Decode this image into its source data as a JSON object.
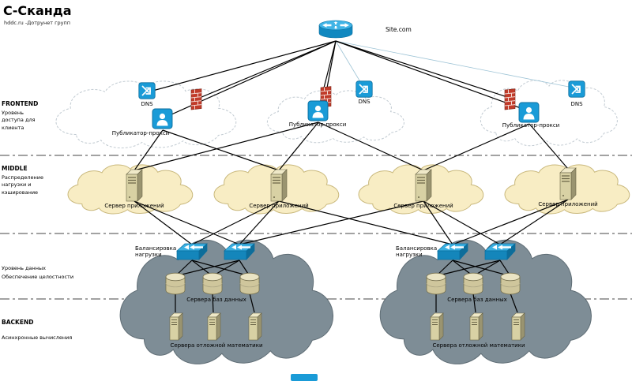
{
  "header": {
    "title": "С-Сканда",
    "subtitle": "hddc.ru -Дотрунет групп"
  },
  "topology": {
    "site_label": "Site.com"
  },
  "tier_labels": {
    "frontend_name": "FRONTEND",
    "frontend_desc": "Уровень доступа для клиента",
    "middle_name": "MIDDLE",
    "middle_desc": "Распределение нагрузки и кэширование",
    "data_line1": "Уровень данных",
    "data_line2": "Обеспечение целостности",
    "backend_name": "BACKEND",
    "backend_desc": "Асинхронные вычисления"
  },
  "node_labels": {
    "dns": "DNS",
    "proxy": "Публикатор-прокси",
    "app_server": "Сервер приложений",
    "load_balancer": "Балансировка нагрузки",
    "db_servers": "Сервера баз данных",
    "math_servers": "Сервера отложной математики"
  },
  "colors": {
    "accent_blue": "#1a9bd7",
    "firewall_red": "#c13b2a",
    "middle_cloud_fill": "#f8edc4",
    "data_cloud_fill": "#7e8d96"
  }
}
